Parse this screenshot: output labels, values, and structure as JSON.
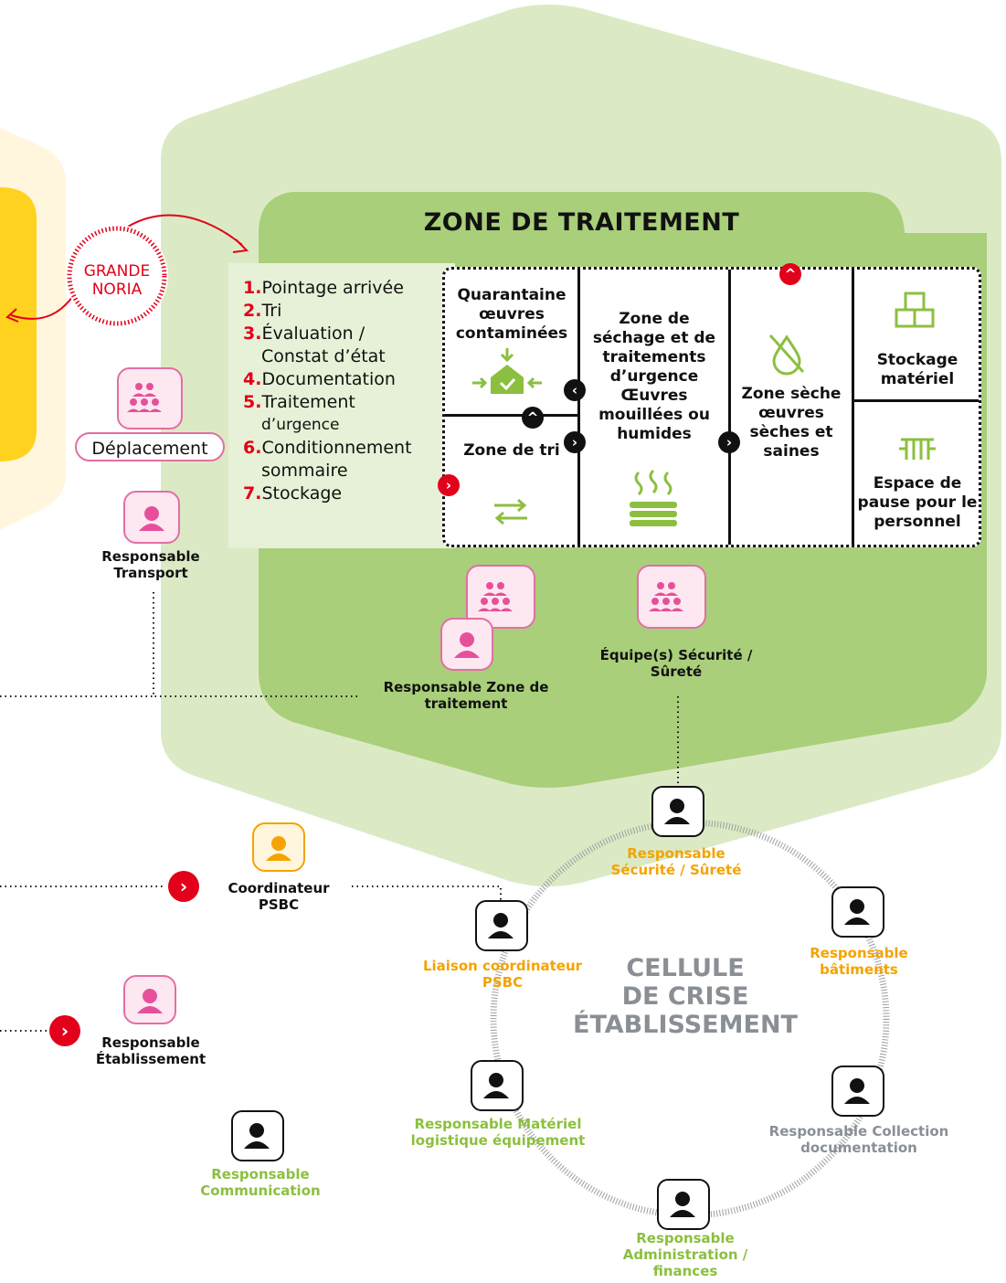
{
  "zone": {
    "title": "ZONE DE TRAITEMENT"
  },
  "noria": {
    "line1": "GRANDE",
    "line2": "NORIA"
  },
  "steps": [
    {
      "num": "1.",
      "text": "Pointage arrivée"
    },
    {
      "num": "2.",
      "text": "Tri"
    },
    {
      "num": "3.",
      "text": "Évaluation /"
    },
    {
      "num": "",
      "text": "Constat d’état"
    },
    {
      "num": "4.",
      "text": "Documentation"
    },
    {
      "num": "5.",
      "text": "Traitement"
    },
    {
      "num": "",
      "text": "d’urgence"
    },
    {
      "num": "6.",
      "text": "Conditionnement"
    },
    {
      "num": "",
      "text": "sommaire"
    },
    {
      "num": "7.",
      "text": "Stockage"
    }
  ],
  "cells": {
    "quarantaine": "Quarantaine œuvres contaminées",
    "tri": "Zone de tri",
    "sechage": "Zone de séchage et de traitements d’urgence Œuvres mouillées ou humides",
    "seche": "Zone sèche œuvres sèches et saines",
    "stockage": "Stockage matériel",
    "pause": "Espace de pause pour le personnel"
  },
  "roles": {
    "deplacement": "Déplacement",
    "resp_transport": "Responsable Transport",
    "resp_zone": "Responsable Zone de traitement",
    "equipe_securite": "Équipe(s) Sécurité / Sûreté",
    "coordinateur": "Coordinateur PSBC",
    "resp_etablissement": "Responsable Établissement",
    "resp_communication": "Responsable Communication"
  },
  "cellule": {
    "title_l1": "CELLULE",
    "title_l2": "DE CRISE",
    "title_l3": "ÉTABLISSEMENT",
    "securite": "Responsable Sécurité / Sûreté",
    "batiments": "Responsable bâtiments",
    "liaison": "Liaison coordinateur PSBC",
    "materiel": "Responsable Matériel logistique équipement",
    "collection": "Responsable Collection documentation",
    "administration": "Responsable Administration / finances"
  },
  "colors": {
    "green_bg": "#d7e8bd",
    "green_zone": "#a9cf7a",
    "yellow": "#ffd21f",
    "red": "#e2001a",
    "pink": "#e6509a",
    "orange": "#f4a300",
    "lime": "#8cbf3f",
    "grey": "#8a8f95"
  }
}
